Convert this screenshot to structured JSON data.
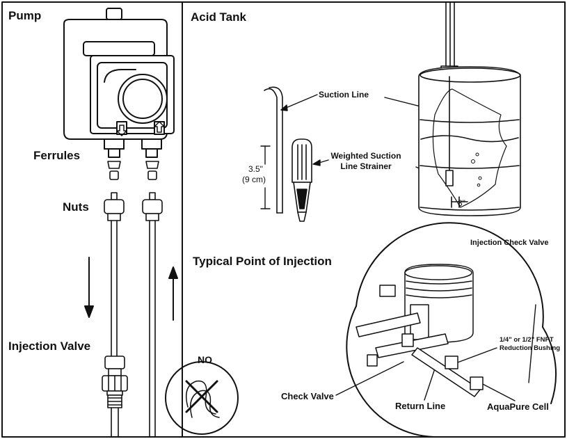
{
  "pump_panel": {
    "title": "Pump",
    "ferrules_label": "Ferrules",
    "nuts_label": "Nuts",
    "injection_valve_label": "Injection Valve",
    "no_label": "NO"
  },
  "acid_tank_panel": {
    "title": "Acid Tank",
    "suction_line_label": "Suction Line",
    "strainer_label_line1": "Weighted Suction",
    "strainer_label_line2": "Line Strainer",
    "dimension_line1": "3.5\"",
    "dimension_line2": "(9 cm)",
    "tank_clearance_label": "3\""
  },
  "injection_panel": {
    "title": "Typical Point of Injection",
    "injection_check_valve_label": "Injection Check Valve",
    "bushing_label_line1": "1/4\" or 1/2\" FNPT",
    "bushing_label_line2": "Reduction Bushing",
    "check_valve_label": "Check Valve",
    "return_line_label": "Return Line",
    "aquapure_cell_label": "AquaPure Cell"
  }
}
